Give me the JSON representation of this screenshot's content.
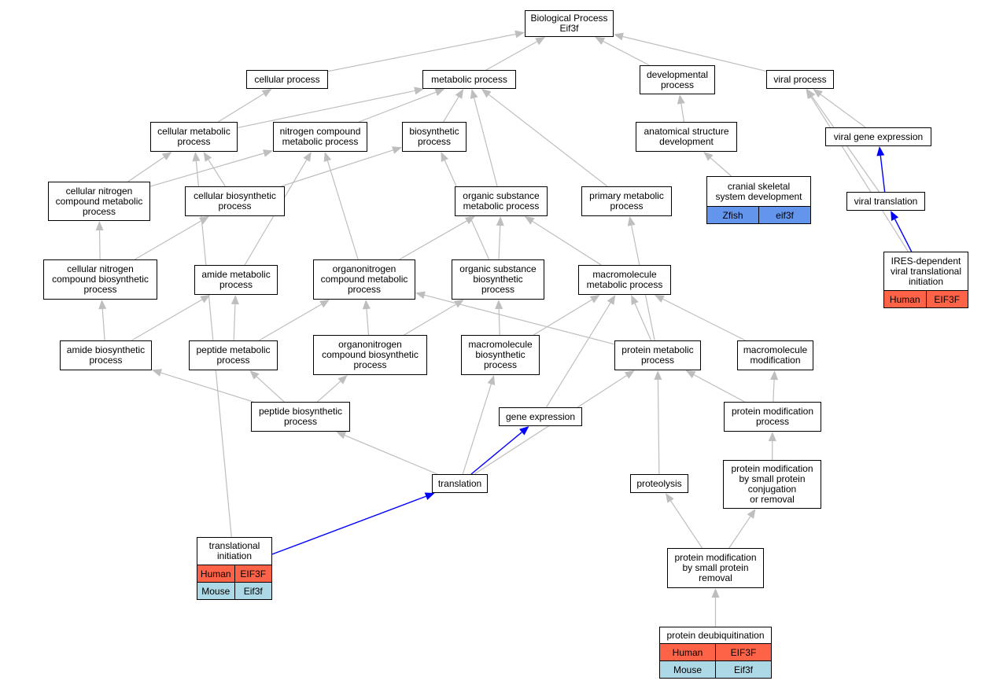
{
  "colors": {
    "human": "#ff6347",
    "mouse": "#add8e6",
    "zfish": "#6495ed",
    "edge_gray": "#bebebe",
    "edge_blue": "#0000ff"
  },
  "nodes": {
    "bp": {
      "lines": [
        "Biological Process",
        "Eif3f"
      ]
    },
    "cp": {
      "lines": [
        "cellular process"
      ]
    },
    "mp": {
      "lines": [
        "metabolic process"
      ]
    },
    "dp": {
      "lines": [
        "developmental",
        "process"
      ]
    },
    "vp": {
      "lines": [
        "viral process"
      ]
    },
    "cmp": {
      "lines": [
        "cellular metabolic",
        "process"
      ]
    },
    "ncmp": {
      "lines": [
        "nitrogen compound",
        "metabolic process"
      ]
    },
    "bsp": {
      "lines": [
        "biosynthetic",
        "process"
      ]
    },
    "asd": {
      "lines": [
        "anatomical structure",
        "development"
      ]
    },
    "vge": {
      "lines": [
        "viral gene expression"
      ]
    },
    "cncmp": {
      "lines": [
        "cellular nitrogen",
        "compound metabolic",
        "process"
      ]
    },
    "cbsp": {
      "lines": [
        "cellular biosynthetic",
        "process"
      ]
    },
    "osmp": {
      "lines": [
        "organic substance",
        "metabolic process"
      ]
    },
    "pmp": {
      "lines": [
        "primary metabolic",
        "process"
      ]
    },
    "csd": {
      "lines": [
        "cranial skeletal",
        "system development"
      ],
      "annotations": [
        {
          "species": "Zfish",
          "gene": "eif3f",
          "color": "#6495ed"
        }
      ]
    },
    "vt": {
      "lines": [
        "viral translation"
      ]
    },
    "cncbp": {
      "lines": [
        "cellular nitrogen",
        "compound biosynthetic",
        "process"
      ]
    },
    "amp": {
      "lines": [
        "amide metabolic",
        "process"
      ]
    },
    "oncmp": {
      "lines": [
        "organonitrogen",
        "compound metabolic",
        "process"
      ]
    },
    "osbp": {
      "lines": [
        "organic substance",
        "biosynthetic",
        "process"
      ]
    },
    "mmp": {
      "lines": [
        "macromolecule",
        "metabolic process"
      ]
    },
    "ires": {
      "lines": [
        "IRES-dependent",
        "viral translational",
        "initiation"
      ],
      "annotations": [
        {
          "species": "Human",
          "gene": "EIF3F",
          "color": "#ff6347"
        }
      ]
    },
    "abp": {
      "lines": [
        "amide biosynthetic",
        "process"
      ]
    },
    "pepmp": {
      "lines": [
        "peptide metabolic",
        "process"
      ]
    },
    "oncbp": {
      "lines": [
        "organonitrogen",
        "compound biosynthetic",
        "process"
      ]
    },
    "mbp": {
      "lines": [
        "macromolecule",
        "biosynthetic",
        "process"
      ]
    },
    "protmp": {
      "lines": [
        "protein metabolic",
        "process"
      ]
    },
    "mmod": {
      "lines": [
        "macromolecule",
        "modification"
      ]
    },
    "pepbp": {
      "lines": [
        "peptide biosynthetic",
        "process"
      ]
    },
    "ge": {
      "lines": [
        "gene expression"
      ]
    },
    "pmod": {
      "lines": [
        "protein modification",
        "process"
      ]
    },
    "tr": {
      "lines": [
        "translation"
      ]
    },
    "prot": {
      "lines": [
        "proteolysis"
      ]
    },
    "pmsp": {
      "lines": [
        "protein modification",
        "by small protein",
        "conjugation",
        "or removal"
      ]
    },
    "ti": {
      "lines": [
        "translational",
        "initiation"
      ],
      "annotations": [
        {
          "species": "Human",
          "gene": "EIF3F",
          "color": "#ff6347"
        },
        {
          "species": "Mouse",
          "gene": "Eif3f",
          "color": "#add8e6"
        }
      ]
    },
    "pmspr": {
      "lines": [
        "protein modification",
        "by small protein",
        "removal"
      ]
    },
    "pdub": {
      "lines": [
        "protein deubiquitination"
      ],
      "annotations": [
        {
          "species": "Human",
          "gene": "EIF3F",
          "color": "#ff6347"
        },
        {
          "species": "Mouse",
          "gene": "Eif3f",
          "color": "#add8e6"
        }
      ]
    }
  },
  "edges": [
    {
      "from": "cp",
      "to": "bp",
      "kind": "gray"
    },
    {
      "from": "mp",
      "to": "bp",
      "kind": "gray"
    },
    {
      "from": "dp",
      "to": "bp",
      "kind": "gray"
    },
    {
      "from": "vp",
      "to": "bp",
      "kind": "gray"
    },
    {
      "from": "cmp",
      "to": "cp",
      "kind": "gray"
    },
    {
      "from": "cmp",
      "to": "mp",
      "kind": "gray"
    },
    {
      "from": "ncmp",
      "to": "mp",
      "kind": "gray"
    },
    {
      "from": "bsp",
      "to": "mp",
      "kind": "gray"
    },
    {
      "from": "osmp",
      "to": "mp",
      "kind": "gray"
    },
    {
      "from": "pmp",
      "to": "mp",
      "kind": "gray"
    },
    {
      "from": "asd",
      "to": "dp",
      "kind": "gray"
    },
    {
      "from": "csd",
      "to": "asd",
      "kind": "gray"
    },
    {
      "from": "vge",
      "to": "vp",
      "kind": "gray"
    },
    {
      "from": "vt",
      "to": "vp",
      "kind": "gray"
    },
    {
      "from": "vt",
      "to": "vge",
      "kind": "blue"
    },
    {
      "from": "ires",
      "to": "vt",
      "kind": "blue"
    },
    {
      "from": "ires",
      "to": "vp",
      "kind": "gray"
    },
    {
      "from": "cncmp",
      "to": "cmp",
      "kind": "gray"
    },
    {
      "from": "cncmp",
      "to": "ncmp",
      "kind": "gray"
    },
    {
      "from": "cbsp",
      "to": "cmp",
      "kind": "gray"
    },
    {
      "from": "cbsp",
      "to": "bsp",
      "kind": "gray"
    },
    {
      "from": "cncbp",
      "to": "cncmp",
      "kind": "gray"
    },
    {
      "from": "cncbp",
      "to": "cbsp",
      "kind": "gray"
    },
    {
      "from": "amp",
      "to": "ncmp",
      "kind": "gray"
    },
    {
      "from": "oncmp",
      "to": "ncmp",
      "kind": "gray"
    },
    {
      "from": "oncmp",
      "to": "osmp",
      "kind": "gray"
    },
    {
      "from": "osbp",
      "to": "bsp",
      "kind": "gray"
    },
    {
      "from": "osbp",
      "to": "osmp",
      "kind": "gray"
    },
    {
      "from": "mmp",
      "to": "osmp",
      "kind": "gray"
    },
    {
      "from": "abp",
      "to": "cncbp",
      "kind": "gray"
    },
    {
      "from": "abp",
      "to": "amp",
      "kind": "gray"
    },
    {
      "from": "pepmp",
      "to": "amp",
      "kind": "gray"
    },
    {
      "from": "pepmp",
      "to": "oncmp",
      "kind": "gray"
    },
    {
      "from": "oncbp",
      "to": "oncmp",
      "kind": "gray"
    },
    {
      "from": "oncbp",
      "to": "osbp",
      "kind": "gray"
    },
    {
      "from": "mbp",
      "to": "osbp",
      "kind": "gray"
    },
    {
      "from": "mbp",
      "to": "mmp",
      "kind": "gray"
    },
    {
      "from": "protmp",
      "to": "oncmp",
      "kind": "gray"
    },
    {
      "from": "protmp",
      "to": "mmp",
      "kind": "gray"
    },
    {
      "from": "protmp",
      "to": "pmp",
      "kind": "gray"
    },
    {
      "from": "mmod",
      "to": "mmp",
      "kind": "gray"
    },
    {
      "from": "pepbp",
      "to": "abp",
      "kind": "gray"
    },
    {
      "from": "pepbp",
      "to": "pepmp",
      "kind": "gray"
    },
    {
      "from": "pepbp",
      "to": "oncbp",
      "kind": "gray"
    },
    {
      "from": "ge",
      "to": "mmp",
      "kind": "gray"
    },
    {
      "from": "pmod",
      "to": "protmp",
      "kind": "gray"
    },
    {
      "from": "pmod",
      "to": "mmod",
      "kind": "gray"
    },
    {
      "from": "tr",
      "to": "pepbp",
      "kind": "gray"
    },
    {
      "from": "tr",
      "to": "mbp",
      "kind": "gray"
    },
    {
      "from": "tr",
      "to": "protmp",
      "kind": "gray"
    },
    {
      "from": "tr",
      "to": "ge",
      "kind": "blue"
    },
    {
      "from": "prot",
      "to": "protmp",
      "kind": "gray"
    },
    {
      "from": "pmsp",
      "to": "pmod",
      "kind": "gray"
    },
    {
      "from": "ti",
      "to": "tr",
      "kind": "blue"
    },
    {
      "from": "ti",
      "to": "cmp",
      "kind": "gray"
    },
    {
      "from": "pmspr",
      "to": "prot",
      "kind": "gray"
    },
    {
      "from": "pmspr",
      "to": "pmsp",
      "kind": "gray"
    },
    {
      "from": "pdub",
      "to": "pmspr",
      "kind": "gray"
    }
  ]
}
